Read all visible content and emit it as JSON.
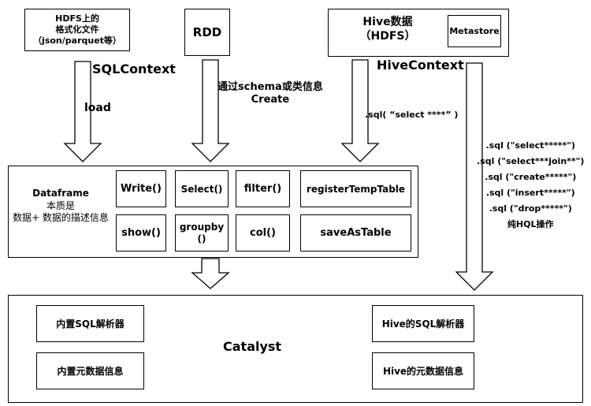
{
  "sources": {
    "hdfs_files": [
      "HDFS上的",
      "格式化文件",
      "（json/parquet等）"
    ],
    "rdd": "RDD",
    "hive_data": [
      "Hive数据",
      "（HDFS）"
    ],
    "metastore": "Metastore"
  },
  "contexts": {
    "sqlcontext": "SQLContext",
    "hivecontext": "HiveContext"
  },
  "edges": {
    "load": "load",
    "schema": [
      "通过schema或类信息",
      "Create"
    ],
    "sql_select": ".sql(  “select ****”  )",
    "hql_lines": [
      ".sql (\"select*****\")",
      ".sql (\"select***join**\")",
      ".sql (\"create*****\")",
      ".sql (\"insert*****\")",
      ".sql (\"drop*****\")",
      "纯HQL操作"
    ]
  },
  "dataframe": {
    "desc": [
      "Dataframe",
      "本质是",
      "数据+ 数据的描述信息"
    ],
    "ops": {
      "write": "Write()",
      "select": "Select()",
      "filter": "filter()",
      "register": "registerTempTable",
      "show": "show()",
      "groupby": [
        "groupby",
        "()"
      ],
      "col": "col()",
      "save": "saveAsTable"
    }
  },
  "catalyst": {
    "title": "Catalyst",
    "sql_parser": "内置SQL解析器",
    "metadata": "内置元数据信息",
    "hive_sql_parser": "Hive的SQL解析器",
    "hive_metadata": "Hive的元数据信息"
  }
}
